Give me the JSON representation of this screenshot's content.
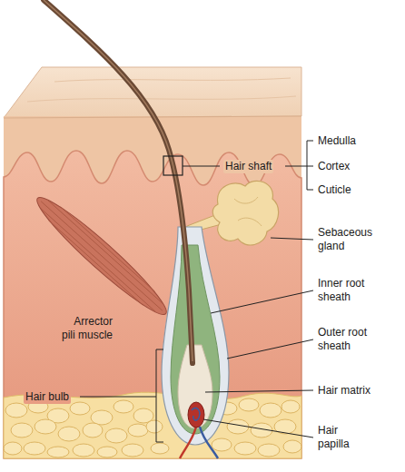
{
  "diagram": {
    "labels": [
      "Hair shaft",
      "Medulla",
      "Cortex",
      "Cuticle",
      "Sebaceous gland",
      "Inner root sheath",
      "Outer root sheath",
      "Hair matrix",
      "Hair papilla",
      "Arrector pili muscle",
      "Hair bulb"
    ]
  }
}
